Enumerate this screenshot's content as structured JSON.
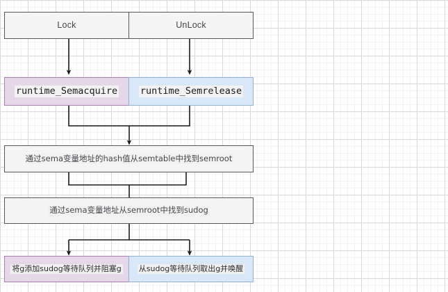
{
  "diagram": {
    "title_row": {
      "lock_label": "Lock",
      "unlock_label": "UnLock"
    },
    "runtime_row": {
      "acquire_label": "runtime_Semacquire",
      "release_label": "runtime_Semrelease"
    },
    "semtable_step": {
      "label": "通过sema变量地址的hash值从semtable中找到semroot"
    },
    "sudog_step": {
      "label": "通过sema变量地址从semroot中找到sudog"
    },
    "result_row": {
      "block_label": "将g添加sudog等待队列并阻塞g",
      "wake_label": "从sudog等待队列取出g并唤醒"
    },
    "colors": {
      "purple_fill": "#e5d6e8",
      "purple_border": "#a97fb0",
      "blue_fill": "#d9e8f8",
      "blue_border": "#8eb2d6",
      "plain_fill": "#f4f4f4",
      "plain_border": "#57565c",
      "edge_stroke": "#1a1a1a",
      "grid_minor": "#f2f2f2",
      "grid_major": "#d9d9d9"
    }
  }
}
